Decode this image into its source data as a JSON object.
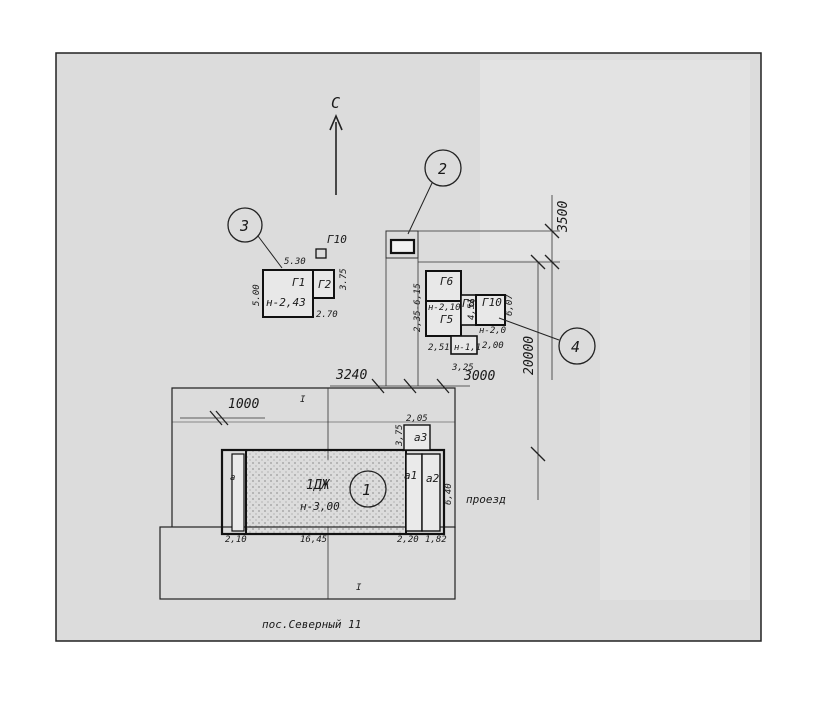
{
  "north": {
    "label": "С"
  },
  "markers": [
    {
      "id": "m1",
      "number": "1"
    },
    {
      "id": "m2",
      "number": "2"
    },
    {
      "id": "m3",
      "number": "3"
    },
    {
      "id": "m4",
      "number": "4"
    }
  ],
  "building3": {
    "top_dim": "5.30",
    "left_dim": "5.00",
    "right_dim": "3.75",
    "bottom_dim": "2.70",
    "g1": "Г1",
    "g2": "Г2",
    "g10": "Г10",
    "level": "н-2,43"
  },
  "building4": {
    "g6": "Г6",
    "g8": "Г8",
    "g10": "Г10",
    "g5": "Г5",
    "level1": "н-2,10",
    "level2": "н-1,1",
    "level3": "н-2,0",
    "dim_top": "2,35-6,15",
    "dim_a": "4,51",
    "dim_b": "2,00",
    "dim_c": "2,51",
    "dim_d": "3,25",
    "dim_e": "6,07",
    "dim_f": "1"
  },
  "dims": {
    "d3500": "3500",
    "d20000": "20000",
    "d3240": "3240",
    "d3000": "3000",
    "d1000": "1000"
  },
  "main": {
    "code": "1ДЖ",
    "level": "н-3,00",
    "a1": "а1",
    "a2": "а2",
    "a3": "а3",
    "a": "а",
    "d205": "2,05",
    "d375": "3,75",
    "d640": "6,40",
    "roman1": "I",
    "road": "проезд",
    "b210": "2,10",
    "b1645": "16,45",
    "b220": "2,20",
    "b182": "1,82"
  },
  "street": "пос.Северный  11"
}
